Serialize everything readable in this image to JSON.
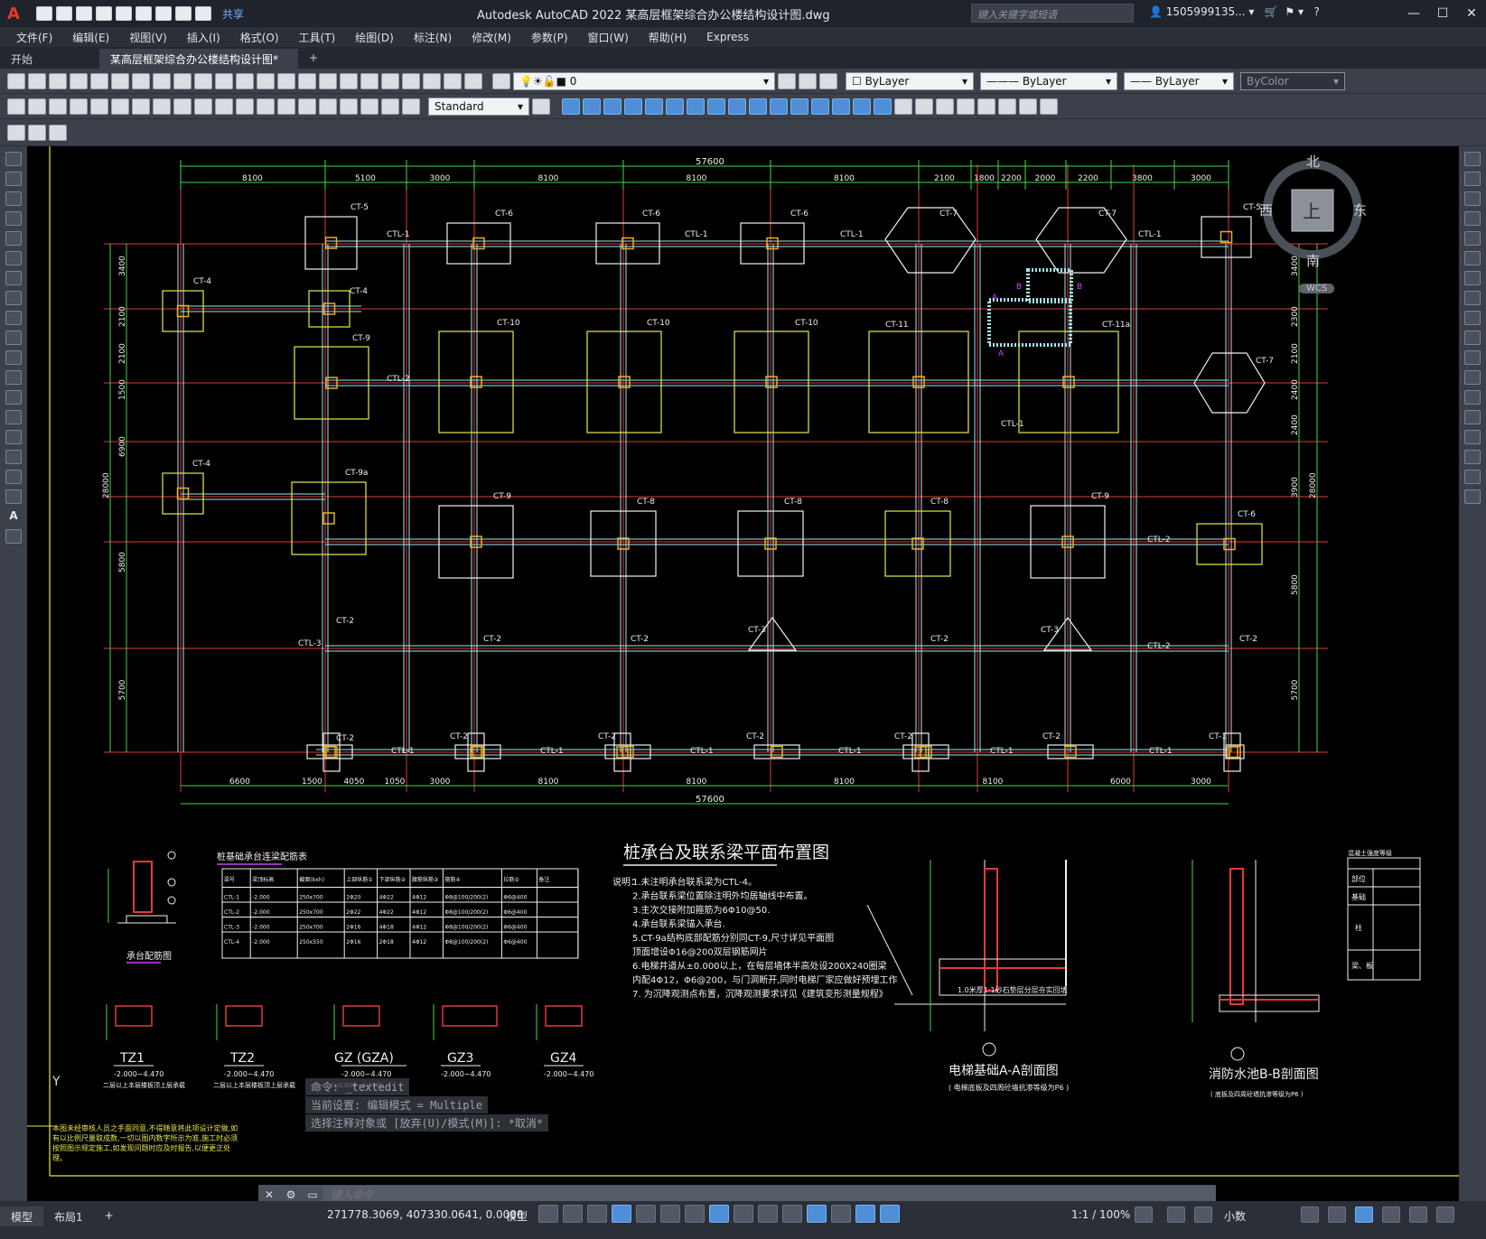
{
  "app": {
    "logo_letter": "A",
    "share_label": "共享",
    "title": "Autodesk AutoCAD 2022    某高层框架综合办公楼结构设计图.dwg",
    "search_placeholder": "键入关键字或短语",
    "user": "1505999135...",
    "window_controls": [
      "—",
      "☐",
      "✕"
    ]
  },
  "menu": [
    "文件(F)",
    "编辑(E)",
    "视图(V)",
    "插入(I)",
    "格式(O)",
    "工具(T)",
    "绘图(D)",
    "标注(N)",
    "修改(M)",
    "参数(P)",
    "窗口(W)",
    "帮助(H)",
    "Express"
  ],
  "doc_tabs": [
    "开始",
    "某高层框架综合办公楼结构设计图*",
    "+"
  ],
  "properties": {
    "layer": "0",
    "color": "ByLayer",
    "linetype": "ByLayer",
    "lineweight": "ByLayer",
    "plotstyle": "ByColor",
    "textstyle": "Standard"
  },
  "viewcube": {
    "north": "北",
    "south": "南",
    "east": "东",
    "west": "西",
    "face": "上",
    "wcs": "WCS"
  },
  "drawing": {
    "main_title": "桩承台及联系梁平面布置图",
    "top_total": "57600",
    "top_dims": [
      "8100",
      "5100",
      "3000",
      "8100",
      "8100",
      "8100",
      "2100",
      "1800",
      "2200",
      "2000",
      "2200",
      "3800",
      "3000"
    ],
    "bottom_total": "57600",
    "bottom_dims": [
      "6600",
      "1500",
      "4050",
      "1050",
      "3000",
      "8100",
      "8100",
      "8100",
      "8100",
      "6000",
      "3000"
    ],
    "left_dims": [
      "3400",
      "2100",
      "2100",
      "1500",
      "6900",
      "5800",
      "5700"
    ],
    "left_total": "28000",
    "right_dims": [
      "3400",
      "2300",
      "2100",
      "2400",
      "2400",
      "3900",
      "5800",
      "5700"
    ],
    "right_total": "28000",
    "caps": [
      "CT-5",
      "CT-6",
      "CT-6",
      "CT-6",
      "CT-7",
      "CT-7",
      "CT-5",
      "CT-4",
      "CT-4",
      "CT-9",
      "CT-10",
      "CT-10",
      "CT-10",
      "CT-11",
      "CT-11a",
      "CT-7",
      "CT-4",
      "CT-9a",
      "CT-9",
      "CT-8",
      "CT-8",
      "CT-8",
      "CT-9",
      "CT-6",
      "CT-2",
      "CT-2",
      "CT-2",
      "CT-3",
      "CT-2",
      "CT-3",
      "CT-2",
      "CT-2",
      "CT-2",
      "CT-2",
      "CT-2",
      "CT-2",
      "CT-2",
      "CT-1"
    ],
    "beams": [
      "CTL-1",
      "CTL-2",
      "CTL-3"
    ],
    "notes_title": "说明：",
    "notes": [
      "1.未注明承台联系梁为CTL-4。",
      "2.承台联系梁位置除注明外均居轴线中布置。",
      "3.主次交接附加箍筋为6Φ10@50.",
      "4.承台联系梁锚入承台.",
      "5.CT-9a结构底部配筋分别同CT-9,尺寸详见平面图",
      "   顶面增设Φ16@200双层钢筋网片",
      "6.电梯井道从±0.000以上，在每层墙体半高处设200X240圈梁",
      "   内配4Φ12，Φ6@200，与门洞断开,同时电梯厂家应做好预埋工作",
      "7.   为沉降观测点布置，沉降观测要求详见《建筑变形测量规程》"
    ],
    "table_title": "桩基础承台连梁配筋表",
    "table_headers": [
      "梁号",
      "梁顶标高",
      "截面(bxh)",
      "上部纵筋①",
      "下部纵筋②",
      "腰筋纵筋③",
      "箍筋④",
      "拉筋⑤",
      "备注"
    ],
    "table_rows": [
      [
        "CTL-1",
        "-2.000",
        "250x700",
        "2Φ20",
        "4Φ22",
        "4Φ12",
        "Φ8@100/200(2)",
        "Φ6@400",
        ""
      ],
      [
        "CTL-2",
        "-2.000",
        "250x700",
        "2Φ22",
        "4Φ22",
        "4Φ12",
        "Φ8@100/200(2)",
        "Φ6@400",
        ""
      ],
      [
        "CTL-3",
        "-2.000",
        "250x700",
        "2Φ16",
        "4Φ18",
        "4Φ12",
        "Φ8@100/200(2)",
        "Φ6@400",
        ""
      ],
      [
        "CTL-4",
        "-2.000",
        "250x550",
        "2Φ16",
        "2Φ18",
        "4Φ12",
        "Φ8@100/200(2)",
        "Φ6@400",
        ""
      ]
    ],
    "detail_caption": "承台配筋图",
    "columns": [
      {
        "name": "TZ1",
        "elev": "-2.000~4.470",
        "note": "二层以上本层楼板顶上层承载"
      },
      {
        "name": "TZ2",
        "elev": "-2.000~4.470",
        "note": "二层以上本层楼板顶上层承载"
      },
      {
        "name": "GZ (GZA)",
        "elev": "-2.000~4.470",
        "note": "(±0.000~4.470)"
      },
      {
        "name": "GZ3",
        "elev": "-2.000~4.470",
        "note": ""
      },
      {
        "name": "GZ4",
        "elev": "-2.000~4.470",
        "note": ""
      }
    ],
    "section_a_title": "电梯基础A-A剖面图",
    "section_a_sub": "( 电梯底板及四周砼墙抗渗等级为P6 )",
    "section_a_note": "1.0米厚1:1砂石垫层分层夯实回填",
    "section_b_title": "消防水池B-B剖面图",
    "section_b_sub": "( 底板及四周砼墙抗渗等级为P6 )",
    "side_table_title": "混凝土强度等级",
    "side_table_rows": [
      "部位",
      "基础",
      "柱",
      "梁、板"
    ],
    "yellow_note": "本图未经审核人员之手面同意,不得随意将此项设计定做,如有以比例尺量取成数,一切以图内数字所示为准,施工时必须按照图示规定施工,如发现问题时应及时报告,以便更正处理。"
  },
  "command": {
    "history": [
      "命令: _textedit",
      "当前设置: 编辑模式 = Multiple",
      "选择注释对象或 [放弃(U)/模式(M)]: *取消*"
    ],
    "placeholder": "键入命令"
  },
  "status": {
    "layout_tabs": [
      "模型",
      "布局1",
      "+"
    ],
    "coords": "271778.3069, 407330.0641, 0.0000",
    "model": "模型",
    "scale": "1:1 / 100%",
    "units": "小数"
  }
}
